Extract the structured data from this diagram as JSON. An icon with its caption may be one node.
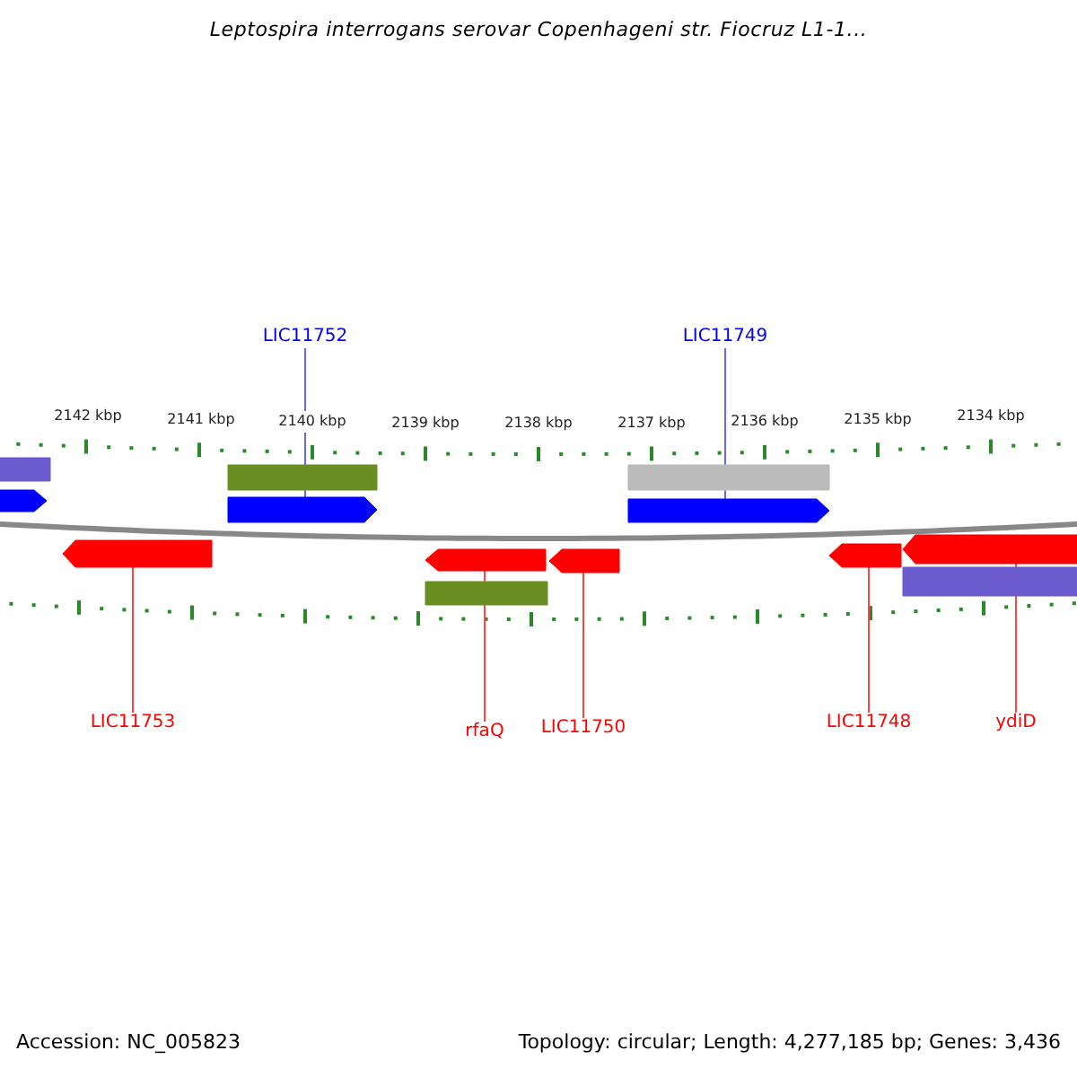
{
  "diagram": {
    "title": "Leptospira interrogans serovar Copenhageni str. Fiocruz L1-1...",
    "nodes": [
      {
        "text": [
          "LIC11752"
        ]
      },
      {
        "text": [],
        "shape": "arrow"
      },
      {
        "text": [
          "LIC11749"
        ]
      },
      {
        "text": [],
        "shape": "arrow"
      },
      {
        "text": [
          "LIC11753"
        ]
      },
      {
        "text": [],
        "shape": "arrow"
      },
      {
        "text": [
          "rfaQ"
        ]
      },
      {
        "text": [],
        "shape": "arrow"
      },
      {
        "text": [
          "LIC11750"
        ]
      },
      {
        "text": [],
        "shape": "arrow"
      },
      {
        "text": [
          "LIC11748"
        ]
      },
      {
        "text": [],
        "shape": "arrow"
      },
      {
        "text": [
          "ydiD"
        ]
      },
      {
        "text": [],
        "shape": "arrow"
      },
      {
        "text": [],
        "shape": "bar"
      },
      {
        "text": [],
        "shape": "arrow"
      },
      {
        "text": [],
        "shape": "bar"
      },
      {
        "text": [],
        "shape": "bar"
      },
      {
        "text": [],
        "shape": "bar"
      },
      {
        "text": [],
        "shape": "bar"
      }
    ],
    "edges": [
      {
        "from": 0,
        "to": 1,
        "arrow": "none",
        "color": "#6666ff"
      },
      {
        "from": 2,
        "to": 3,
        "arrow": "none",
        "color": "#6666ff"
      },
      {
        "from": 4,
        "to": 5,
        "arrow": "none"
      },
      {
        "from": 6,
        "to": 7,
        "arrow": "none"
      },
      {
        "from": 8,
        "to": 9,
        "arrow": "none"
      },
      {
        "from": 10,
        "to": 11,
        "arrow": "none"
      },
      {
        "from": 12,
        "to": 13,
        "arrow": "none"
      }
    ],
    "labels": [
      "2142 kbp",
      "2141 kbp",
      "2140 kbp",
      "2139 kbp",
      "2138 kbp",
      "2137 kbp",
      "2136 kbp",
      "2135 kbp",
      "2134 kbp",
      "Accession: NC_005823",
      "Topology: circular; Length: 4,277,185 bp; Genes: 3,436"
    ]
  }
}
